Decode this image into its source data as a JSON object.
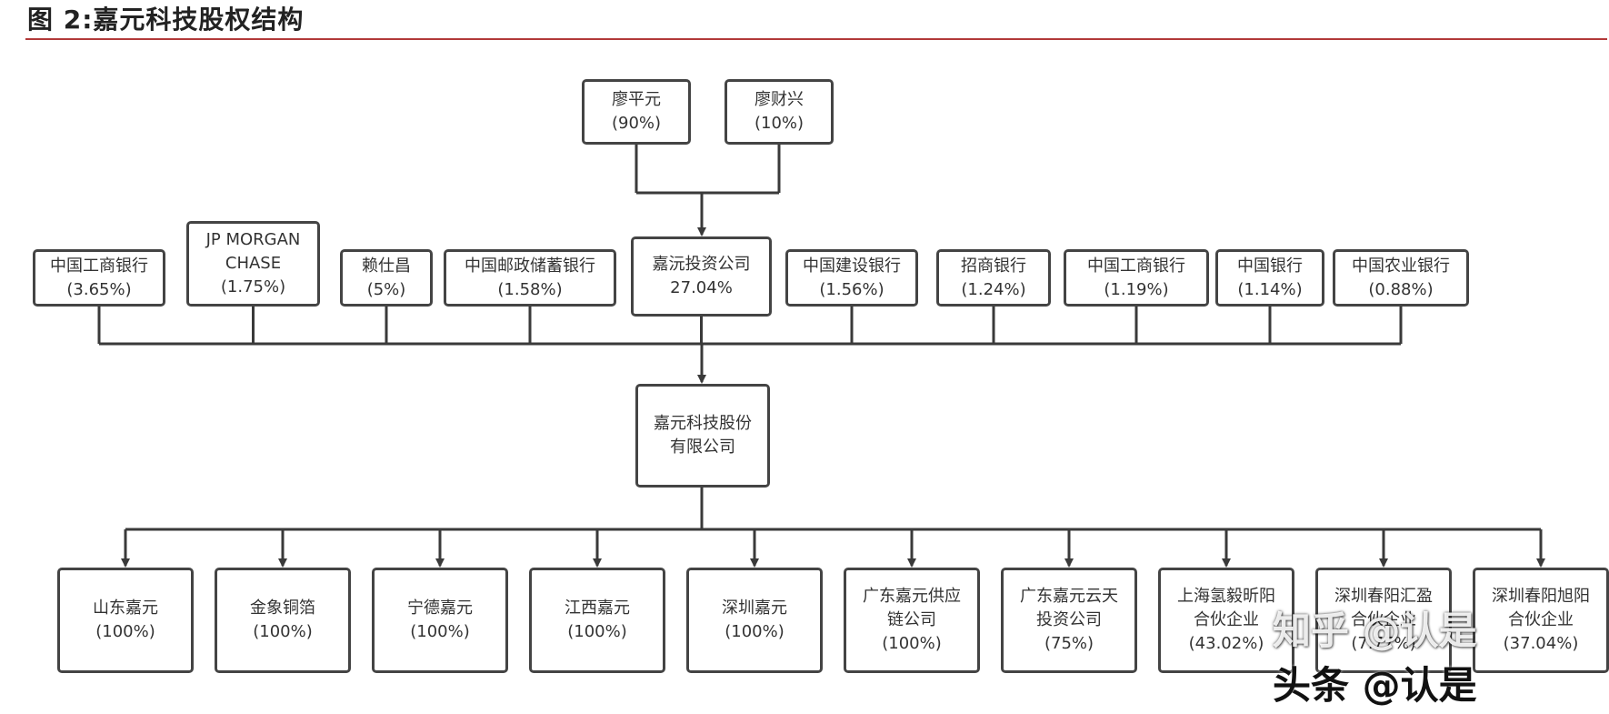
{
  "title": "图 2:嘉元科技股权结构",
  "founders": [
    {
      "name": "廖平元",
      "share": "(90%)"
    },
    {
      "name": "廖财兴",
      "share": "(10%)"
    }
  ],
  "shareholders": [
    {
      "lines": [
        "中国工商银行",
        "(3.65%)"
      ]
    },
    {
      "lines": [
        "JP MORGAN",
        "CHASE",
        "(1.75%)"
      ]
    },
    {
      "lines": [
        "赖仕昌",
        "(5%)"
      ]
    },
    {
      "lines": [
        "中国邮政储蓄银行",
        "(1.58%)"
      ]
    },
    {
      "lines": [
        "嘉沅投资公司",
        "27.04%"
      ]
    },
    {
      "lines": [
        "中国建设银行",
        "(1.56%)"
      ]
    },
    {
      "lines": [
        "招商银行",
        "(1.24%)"
      ]
    },
    {
      "lines": [
        "中国工商银行",
        "(1.19%)"
      ]
    },
    {
      "lines": [
        "中国银行",
        "(1.14%)"
      ]
    },
    {
      "lines": [
        "中国农业银行",
        "(0.88%)"
      ]
    }
  ],
  "company": {
    "lines": [
      "嘉元科技股份",
      "有限公司"
    ]
  },
  "subsidiaries": [
    {
      "lines": [
        "山东嘉元",
        "(100%)"
      ]
    },
    {
      "lines": [
        "金象铜箔",
        "(100%)"
      ]
    },
    {
      "lines": [
        "宁德嘉元",
        "(100%)"
      ]
    },
    {
      "lines": [
        "江西嘉元",
        "(100%)"
      ]
    },
    {
      "lines": [
        "深圳嘉元",
        "(100%)"
      ]
    },
    {
      "lines": [
        "广东嘉元供应",
        "链公司",
        "(100%)"
      ]
    },
    {
      "lines": [
        "广东嘉元云天",
        "投资公司",
        "(75%)"
      ]
    },
    {
      "lines": [
        "上海氢毅昕阳",
        "合伙企业",
        "(43.02%)"
      ]
    },
    {
      "lines": [
        "深圳春阳汇盈",
        "合伙企业",
        "(7.77%)"
      ]
    },
    {
      "lines": [
        "深圳春阳旭阳",
        "合伙企业",
        "(37.04%)"
      ]
    }
  ],
  "watermarks": [
    "知乎 @认是",
    "头条 @认是"
  ],
  "colors": {
    "box_border": "#444444",
    "line": "#3a3a3a",
    "title_rule": "#b23a3a"
  }
}
